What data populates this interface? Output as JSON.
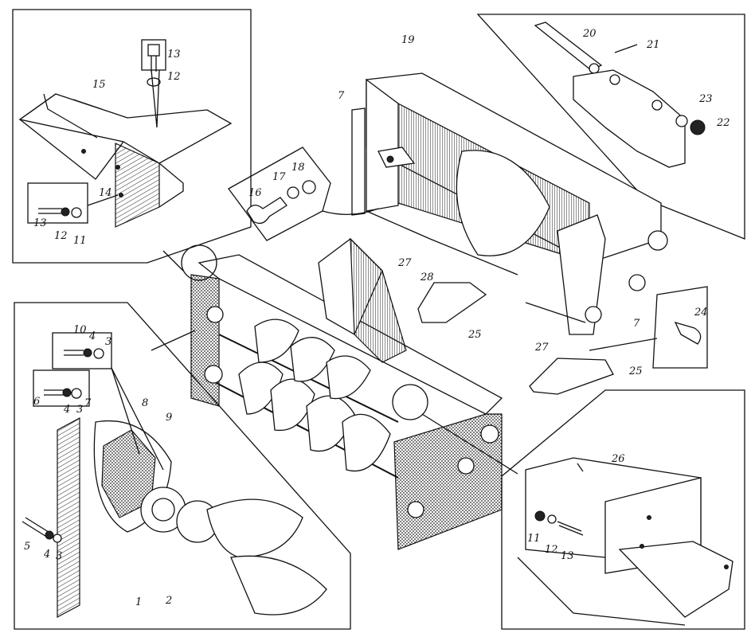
{
  "parts": [
    {
      "id": "p1",
      "text": "1"
    },
    {
      "id": "p2",
      "text": "2"
    },
    {
      "id": "p3a",
      "text": "3"
    },
    {
      "id": "p3b",
      "text": "3"
    },
    {
      "id": "p3c",
      "text": "3"
    },
    {
      "id": "p4a",
      "text": "4"
    },
    {
      "id": "p4b",
      "text": "4"
    },
    {
      "id": "p4c",
      "text": "4"
    },
    {
      "id": "p5",
      "text": "5"
    },
    {
      "id": "p6",
      "text": "6"
    },
    {
      "id": "p7a",
      "text": "7"
    },
    {
      "id": "p7b",
      "text": "7"
    },
    {
      "id": "p7c",
      "text": "7"
    },
    {
      "id": "p8",
      "text": "8"
    },
    {
      "id": "p9",
      "text": "9"
    },
    {
      "id": "p10",
      "text": "10"
    },
    {
      "id": "p11a",
      "text": "11"
    },
    {
      "id": "p11b",
      "text": "11"
    },
    {
      "id": "p12a",
      "text": "12"
    },
    {
      "id": "p12b",
      "text": "12"
    },
    {
      "id": "p12c",
      "text": "12"
    },
    {
      "id": "p13a",
      "text": "13"
    },
    {
      "id": "p13b",
      "text": "13"
    },
    {
      "id": "p13c",
      "text": "13"
    },
    {
      "id": "p14",
      "text": "14"
    },
    {
      "id": "p15",
      "text": "15"
    },
    {
      "id": "p16",
      "text": "16"
    },
    {
      "id": "p17",
      "text": "17"
    },
    {
      "id": "p18",
      "text": "18"
    },
    {
      "id": "p19",
      "text": "19"
    },
    {
      "id": "p20",
      "text": "20"
    },
    {
      "id": "p21",
      "text": "21"
    },
    {
      "id": "p22",
      "text": "22"
    },
    {
      "id": "p23",
      "text": "23"
    },
    {
      "id": "p24",
      "text": "24"
    },
    {
      "id": "p25a",
      "text": "25"
    },
    {
      "id": "p25b",
      "text": "25"
    },
    {
      "id": "p26",
      "text": "26"
    },
    {
      "id": "p27a",
      "text": "27"
    },
    {
      "id": "p27b",
      "text": "27"
    },
    {
      "id": "p28",
      "text": "28"
    }
  ]
}
